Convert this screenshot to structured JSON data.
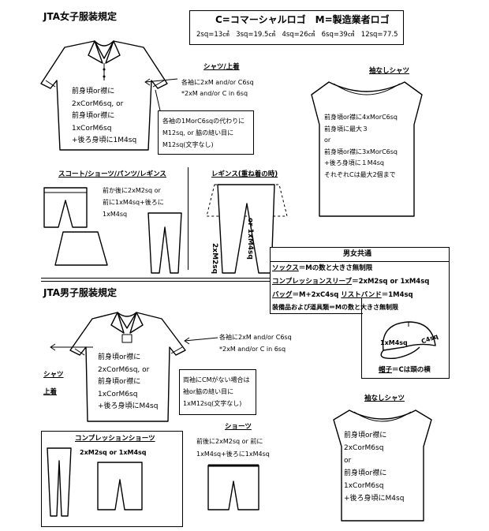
{
  "women": {
    "title": "JTA女子服装規定",
    "legend": {
      "line1": "C=コマーシャルロゴ　M=製造業者ロゴ",
      "line2": "2sq=13㎠　3sq=19.5㎠　4sq=26㎠　6sq=39㎠　12sq=77.5"
    },
    "shirt_heading": "シャツ/上着",
    "sleeve_note": [
      "各袖に2xM and/or C6sq",
      "*2xM and/or C in 6sq"
    ],
    "shirt_body_note": [
      "前身頃or襟に",
      "2xCorM6sq, or",
      "前身頃or襟に",
      "1xCorM6sq",
      "+後ろ身頃に1M4sq"
    ],
    "shirt_box_note": [
      "各袖の1MorC6sqの代わりに",
      "M12sq, or 脇の縫い目に",
      "M12sq(文字なし)"
    ],
    "sleeveless_heading": "袖なしシャツ",
    "sleeveless_note": [
      "前身頃or襟に4xMorC6sq",
      "前身頃に最大３",
      "or",
      "前身頃or襟に3xMorC6sq",
      "+後ろ身頃に１M4sq",
      "それぞれCは最大2個まで"
    ],
    "skirt_heading": "スコート/ショーツ/パンツ/レギンス",
    "skirt_note": [
      "前か後に2xM2sq or",
      "前に1xM4sq+後ろに",
      "1xM4sq"
    ],
    "leggings_heading": "レギンス(重ね着の時)",
    "leggings_labels": [
      "2xM2sq",
      "or 1xM4sq"
    ]
  },
  "common": {
    "title": "男女共通",
    "socks_key": "ソックス",
    "socks_val": "＝Mの数と大きさ無制限",
    "compression_key": "コンプレッションスリーブ",
    "compression_val": "＝2xM2sq or 1xM4sq",
    "bag_key": "バッグ",
    "bag_val": "＝M+2xC4sq",
    "wrist_key": "リストバンド",
    "wrist_val": "＝1M4sq",
    "equipment": "装備品および道具類＝Mの数と大きさ無制限",
    "cap_labels": [
      "1xM4sq",
      "C4sq"
    ],
    "cap_key": "帽子",
    "cap_val": "＝Cは頭の横"
  },
  "men": {
    "title": "JTA男子服装規定",
    "sleeve_note": [
      "各袖に2xM and/or C6sq",
      "*2xM and/or C in 6sq"
    ],
    "shirt_label": [
      "シャツ",
      "上着"
    ],
    "shirt_body_note": [
      "前身頃or襟に",
      "2xCorM6sq, or",
      "前身頃or襟に",
      "1xCorM6sq",
      "+後ろ身頃にM4sq"
    ],
    "shirt_box_note": [
      "両袖にCMがない場合は",
      "袖or脇の縫い目に",
      "1xM12sq(文字なし)"
    ],
    "compression_heading": "コンプレッションショーツ",
    "compression_note": "2xM2sq or 1xM4sq",
    "shorts_heading": "ショーツ",
    "shorts_note": [
      "前後に2xM2sq or 前に",
      "1xM4sq+後ろに1xM4sq"
    ],
    "sleeveless_heading": "袖なしシャツ",
    "sleeveless_note": [
      "前身頃or襟に",
      "2xCorM6sq",
      "or",
      "前身頃or襟に",
      "1xCorM6sq",
      "+後ろ身頃にM4sq"
    ]
  }
}
